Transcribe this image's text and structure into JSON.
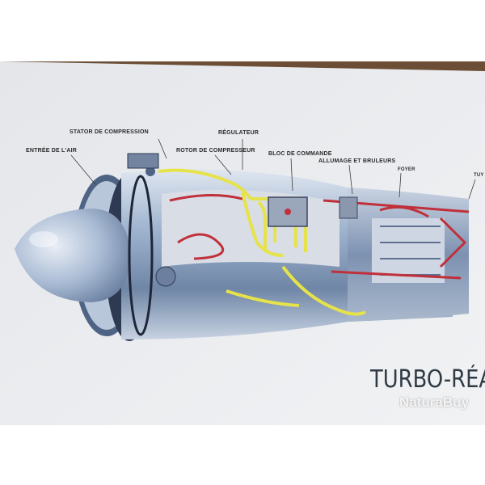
{
  "poster": {
    "title": "TURBO-RÉAC",
    "labels": {
      "stator": "STATOR DE COMPRESSION",
      "entree": "ENTRÉE DE L'AIR",
      "regulateur": "RÉGULATEUR",
      "rotor": "ROTOR DE COMPRESSEUR",
      "bloc": "BLOC DE COMMANDE",
      "allumage": "ALLUMAGE ET BRULEURS",
      "foyer": "FOYER",
      "tuyere": "TUY"
    }
  },
  "watermark": "NaturaBuy",
  "colors": {
    "wall": "#6b4e35",
    "paper": "#ecedf0",
    "engine_blue": "#8fa8c8",
    "pipe_yellow": "#e6e34a",
    "pipe_red": "#c0303a"
  }
}
